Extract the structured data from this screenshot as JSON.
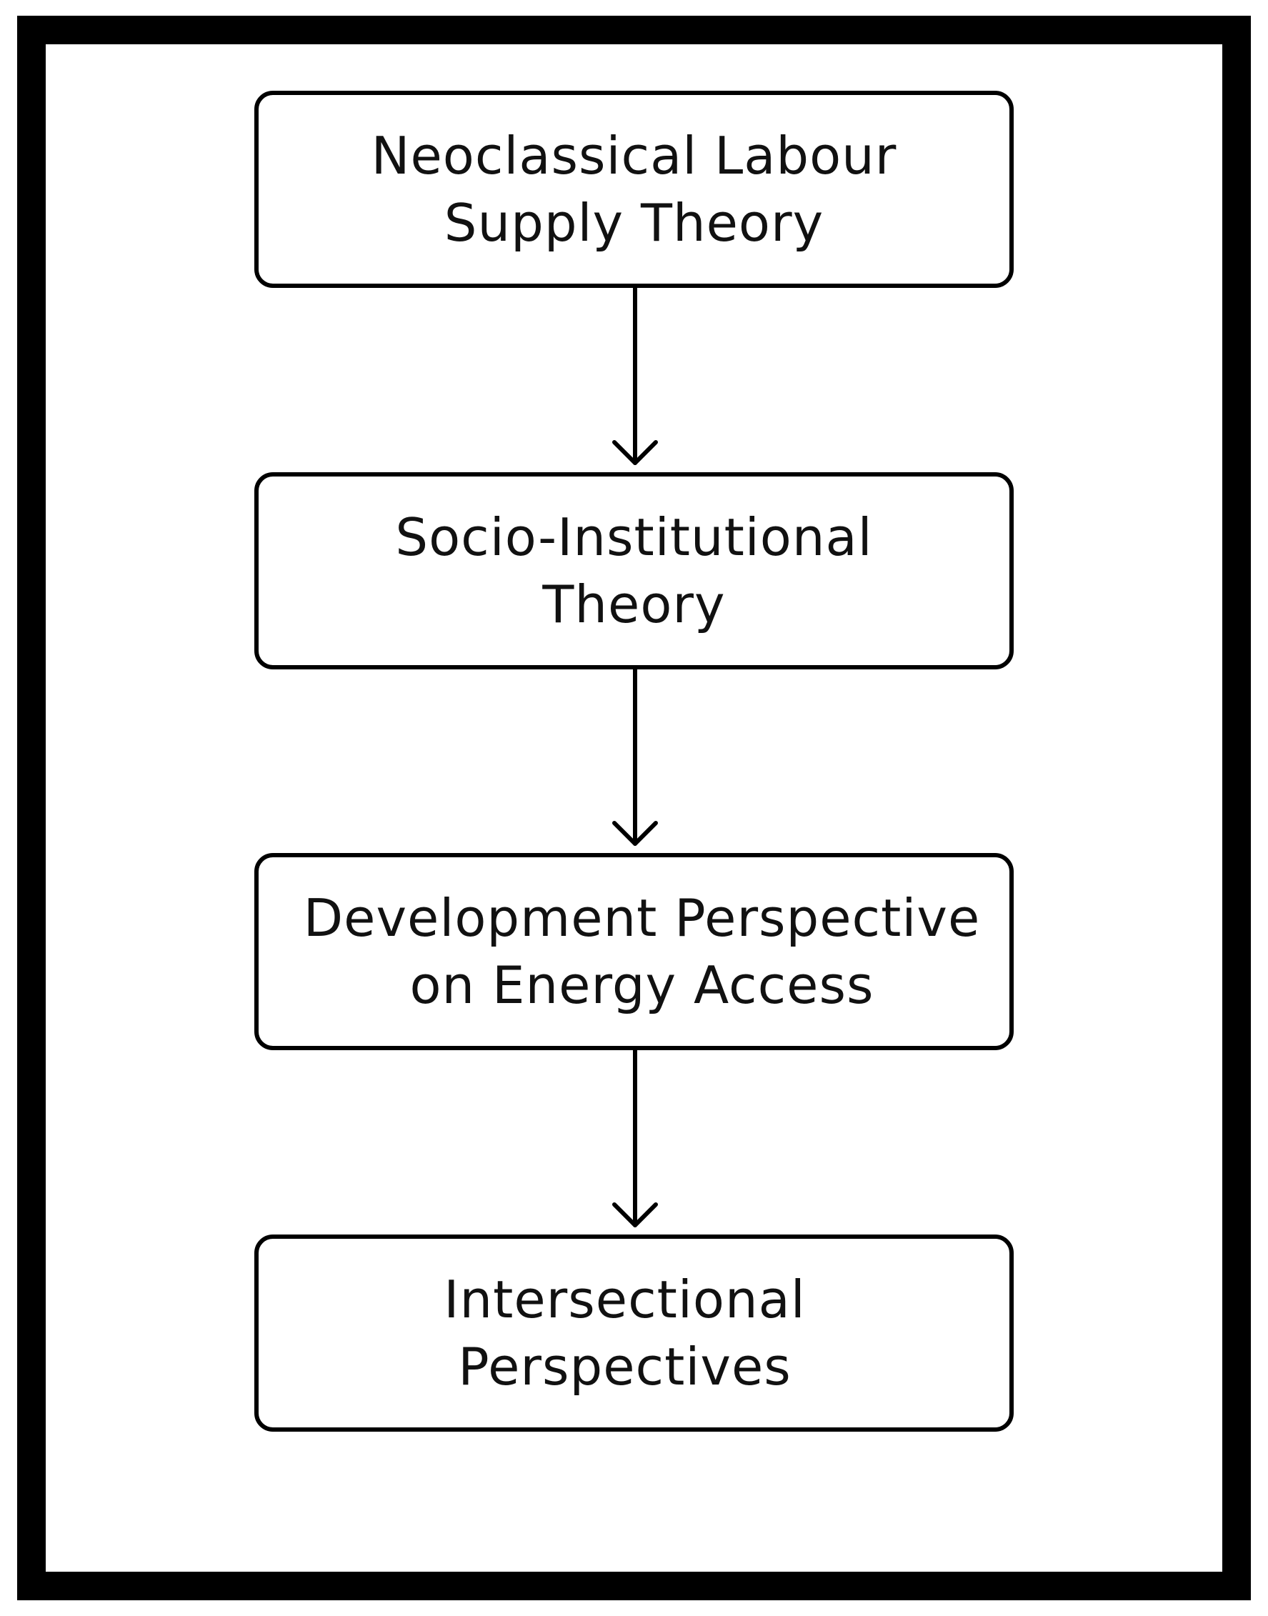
{
  "diagram": {
    "nodes": [
      {
        "id": "neoclassical",
        "lines": [
          "Neoclassical Labour",
          "Supply Theory"
        ]
      },
      {
        "id": "socio-institutional",
        "lines": [
          "Socio-Institutional",
          "Theory"
        ]
      },
      {
        "id": "development",
        "lines": [
          "Development Perspective",
          "on Energy Access"
        ]
      },
      {
        "id": "intersectional",
        "lines": [
          "Intersectional",
          "Perspectives"
        ]
      }
    ],
    "edges": [
      {
        "from": "neoclassical",
        "to": "socio-institutional"
      },
      {
        "from": "socio-institutional",
        "to": "development"
      },
      {
        "from": "development",
        "to": "intersectional"
      }
    ],
    "colors": {
      "stroke": "#000000",
      "text": "#111111",
      "background": "#ffffff"
    }
  }
}
